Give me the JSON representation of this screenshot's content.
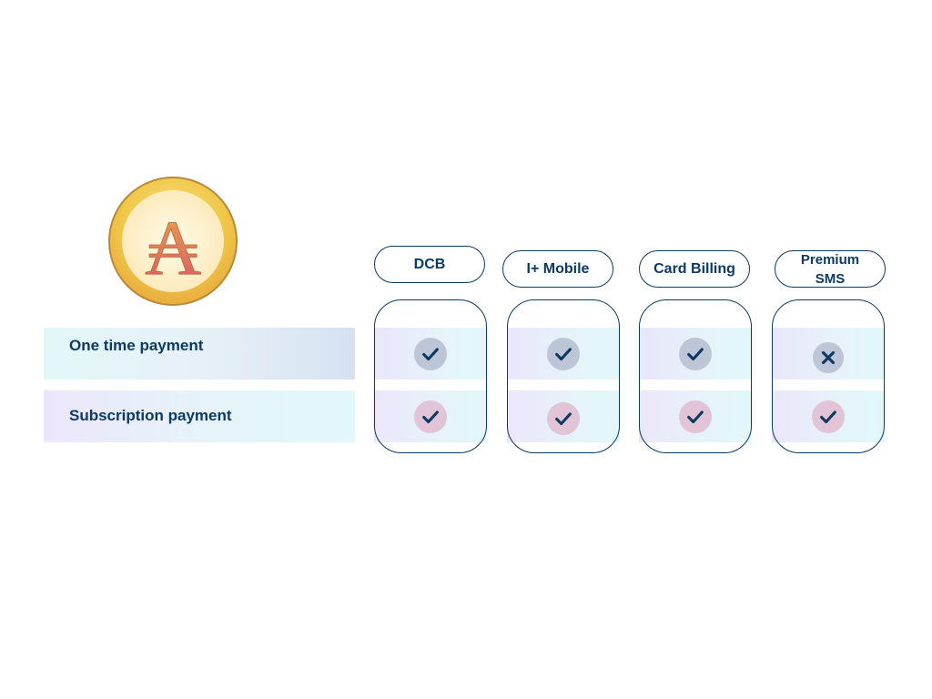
{
  "coin": {
    "symbol": "₳"
  },
  "rows": [
    {
      "label": "One time payment"
    },
    {
      "label": "Subscription payment"
    }
  ],
  "columns": [
    {
      "label": "DCB",
      "one_time": "check",
      "subscription": "check"
    },
    {
      "label": "I+ Mobile",
      "one_time": "check",
      "subscription": "check"
    },
    {
      "label": "Card Billing",
      "one_time": "check",
      "subscription": "check"
    },
    {
      "label": "Premium SMS",
      "one_time": "cross",
      "subscription": "check"
    }
  ],
  "colors": {
    "ink": "#0d3a62",
    "icon_blue_bg": "#bcc6d6",
    "icon_pink_bg": "#e2c4d7",
    "coin_gold": "#f0c040"
  }
}
